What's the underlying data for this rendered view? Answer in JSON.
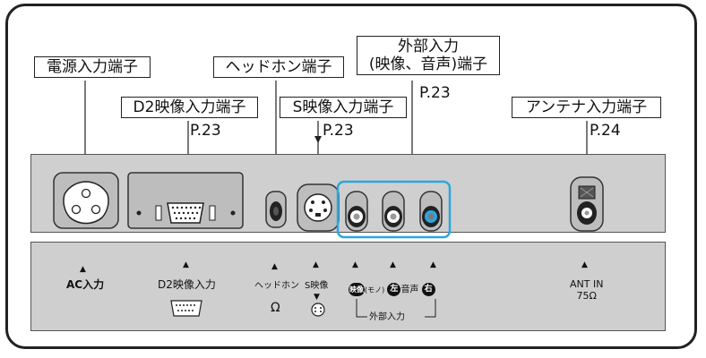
{
  "labels": {
    "power": "電源入力端子",
    "d2": "D2映像入力端子",
    "d2_ref": "P.23",
    "headphone": "ヘッドホン端子",
    "s_video": "S映像入力端子",
    "s_video_ref": "P.23",
    "external_line1": "外部入力",
    "external_line2": "(映像、音声)端子",
    "external_ref": "P.23",
    "antenna": "アンテナ入力端子",
    "antenna_ref": "P.24"
  },
  "bottom_panel": {
    "ac": "AC入力",
    "d2": "D2映像入力",
    "headphone": "ヘッドホン",
    "s_video": "S映像",
    "video_badge": "映像",
    "mono": "(モノ)",
    "left_badge": "左",
    "audio": "音声",
    "right_badge": "右",
    "external": "外部入力",
    "ant_line1": "ANT IN",
    "ant_line2": "75Ω",
    "headphone_symbol": "Ω"
  },
  "colors": {
    "highlight": "#2aa7e0",
    "panel": "#cfcfcf"
  }
}
